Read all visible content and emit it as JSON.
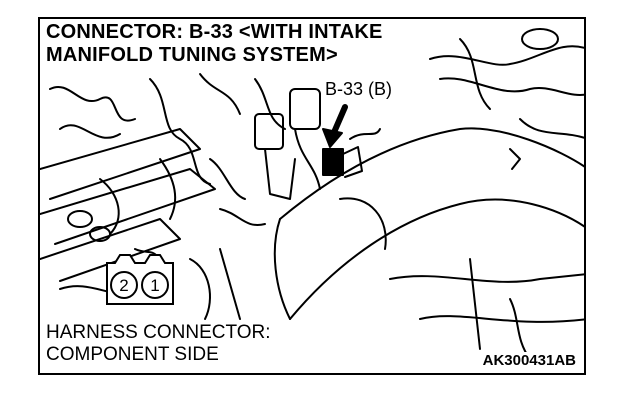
{
  "title": {
    "line1": "CONNECTOR: B-33 <WITH INTAKE",
    "line2": "MANIFOLD TUNING SYSTEM>"
  },
  "callout": {
    "label": "B-33 (B)"
  },
  "connector_pins": [
    "2",
    "1"
  ],
  "footer": {
    "line1": "HARNESS CONNECTOR:",
    "line2": "COMPONENT SIDE"
  },
  "figure_code": "AK300431AB",
  "colors": {
    "ink": "#000000",
    "paper": "#ffffff"
  }
}
